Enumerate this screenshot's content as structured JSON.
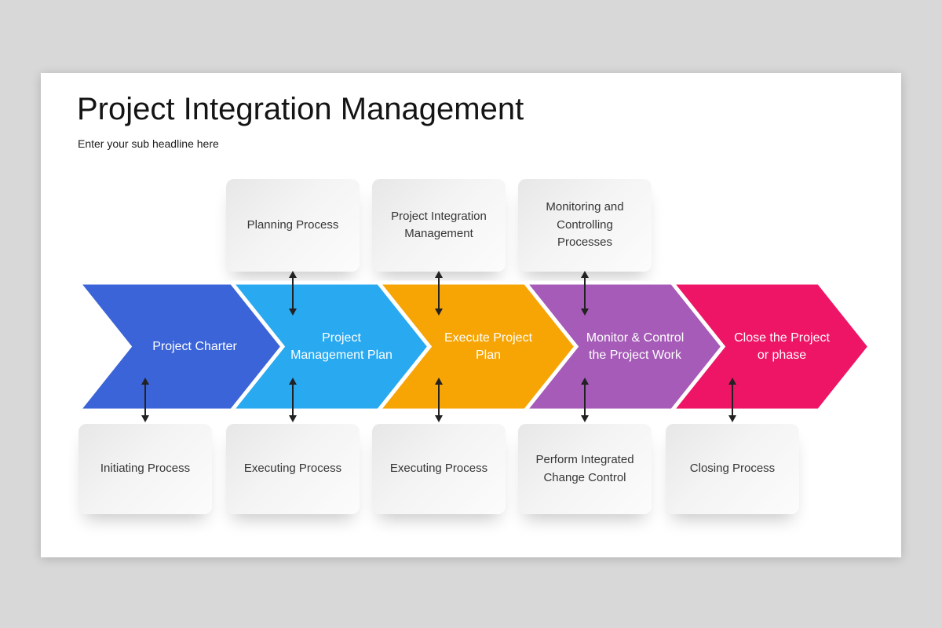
{
  "canvas": {
    "background": "#d8d8d8",
    "slide_background": "#ffffff"
  },
  "slide": {
    "title": "Project Integration Management",
    "subtitle": "Enter your sub headline here"
  },
  "top_boxes": [
    {
      "label": "Planning Process"
    },
    {
      "label": "Project Integration Management"
    },
    {
      "label": "Monitoring and Controlling Processes"
    }
  ],
  "chevrons": [
    {
      "label": "Project Charter",
      "color": "#3b64d8"
    },
    {
      "label": "Project Management Plan",
      "color": "#29a9f0"
    },
    {
      "label": "Execute Project Plan",
      "color": "#f6a505"
    },
    {
      "label": "Monitor & Control the Project Work",
      "color": "#a55bb7"
    },
    {
      "label": "Close the Project or phase",
      "color": "#ee1566"
    }
  ],
  "bottom_boxes": [
    {
      "label": "Initiating Process"
    },
    {
      "label": "Executing Process"
    },
    {
      "label": "Executing Process"
    },
    {
      "label": "Perform Integrated Change Control"
    },
    {
      "label": "Closing Process"
    }
  ]
}
